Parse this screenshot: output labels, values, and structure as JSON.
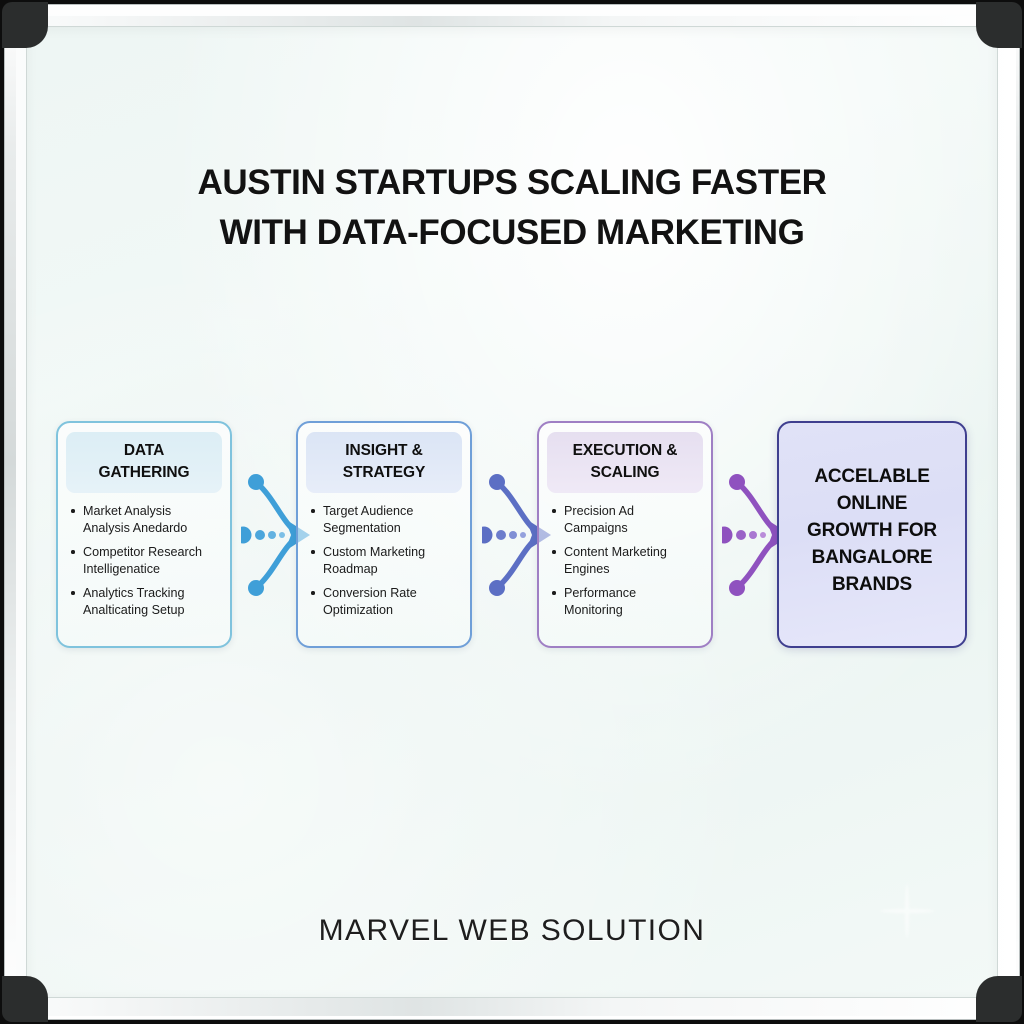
{
  "board": {
    "title_line1": "AUSTIN STARTUPS SCALING FASTER",
    "title_line2": "WITH DATA-FOCUSED MARKETING",
    "footer": "MARVEL WEB SOLUTION"
  },
  "colors": {
    "board_surface": "#eef6f4",
    "frame": "#dfe4e4",
    "corner_bracket": "#2b2d2d",
    "stage1_border": "#7fc3dd",
    "stage2_border": "#6f9fd8",
    "stage3_border": "#9f7fc4",
    "stage4_border": "#3f3f8f",
    "stage4_fill": "#e0e2f7",
    "connector1": "#3f9fd8",
    "connector2": "#5c6fc4",
    "connector3": "#8f52bf",
    "title_text": "#121212"
  },
  "flow": {
    "stages": [
      {
        "heading_line1": "DATA",
        "heading_line2": "GATHERING",
        "bullets": [
          {
            "line1": "Market Analysis",
            "line2": "Analysis Anedardo"
          },
          {
            "line1": "Competitor Research",
            "line2": "Intelligenatice"
          },
          {
            "line1": "Analytics Tracking",
            "line2": "Analticating Setup"
          }
        ]
      },
      {
        "heading_line1": "INSIGHT &",
        "heading_line2": "STRATEGY",
        "bullets": [
          {
            "line1": "Target Audience",
            "line2": "Segmentation"
          },
          {
            "line1": "Custom Marketing",
            "line2": "Roadmap"
          },
          {
            "line1": "Conversion Rate",
            "line2": "Optimization"
          }
        ]
      },
      {
        "heading_line1": "EXECUTION &",
        "heading_line2": "SCALING",
        "bullets": [
          {
            "line1": "Precision Ad",
            "line2": "Campaigns"
          },
          {
            "line1": "Content Marketing",
            "line2": "Engines"
          },
          {
            "line1": "Performance",
            "line2": "Monitoring"
          }
        ]
      }
    ],
    "outcome": {
      "line1": "ACCELABLE",
      "line2": "ONLINE",
      "line3": "GROWTH FOR",
      "line4": "BANGALORE",
      "line5": "BRANDS"
    }
  }
}
